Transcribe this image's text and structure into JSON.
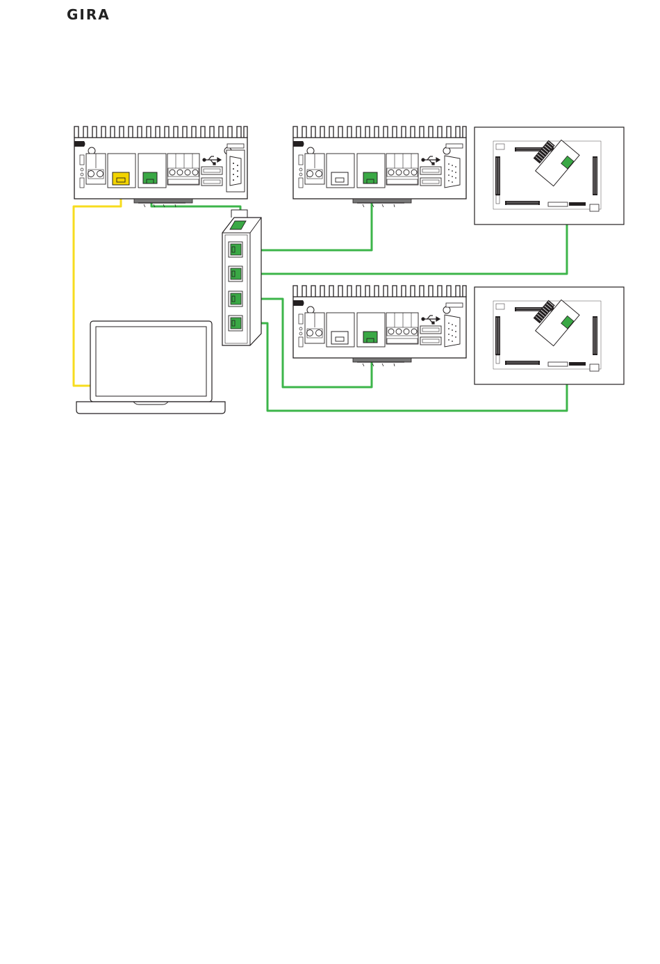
{
  "brand": {
    "logo_text": "GIRA"
  },
  "colors": {
    "lan_green": "#3cb54a",
    "port_green": "#3aa845",
    "uplink_yellow": "#f7dc1e",
    "port_yellow": "#f3d400",
    "line": "#231f20",
    "rail": "#777777"
  },
  "diagram": {
    "devices": [
      "server-1",
      "server-2",
      "server-3",
      "network-switch",
      "laptop",
      "touch-panel-1",
      "touch-panel-2"
    ],
    "connections": [
      {
        "from": "server-1",
        "to": "laptop",
        "cable": "yellow"
      },
      {
        "from": "server-1",
        "to": "network-switch",
        "cable": "green"
      },
      {
        "from": "network-switch",
        "to": "server-2",
        "cable": "green"
      },
      {
        "from": "network-switch",
        "to": "touch-panel-1",
        "cable": "green"
      },
      {
        "from": "network-switch",
        "to": "server-3",
        "cable": "green"
      },
      {
        "from": "network-switch",
        "to": "touch-panel-2",
        "cable": "green"
      }
    ]
  }
}
